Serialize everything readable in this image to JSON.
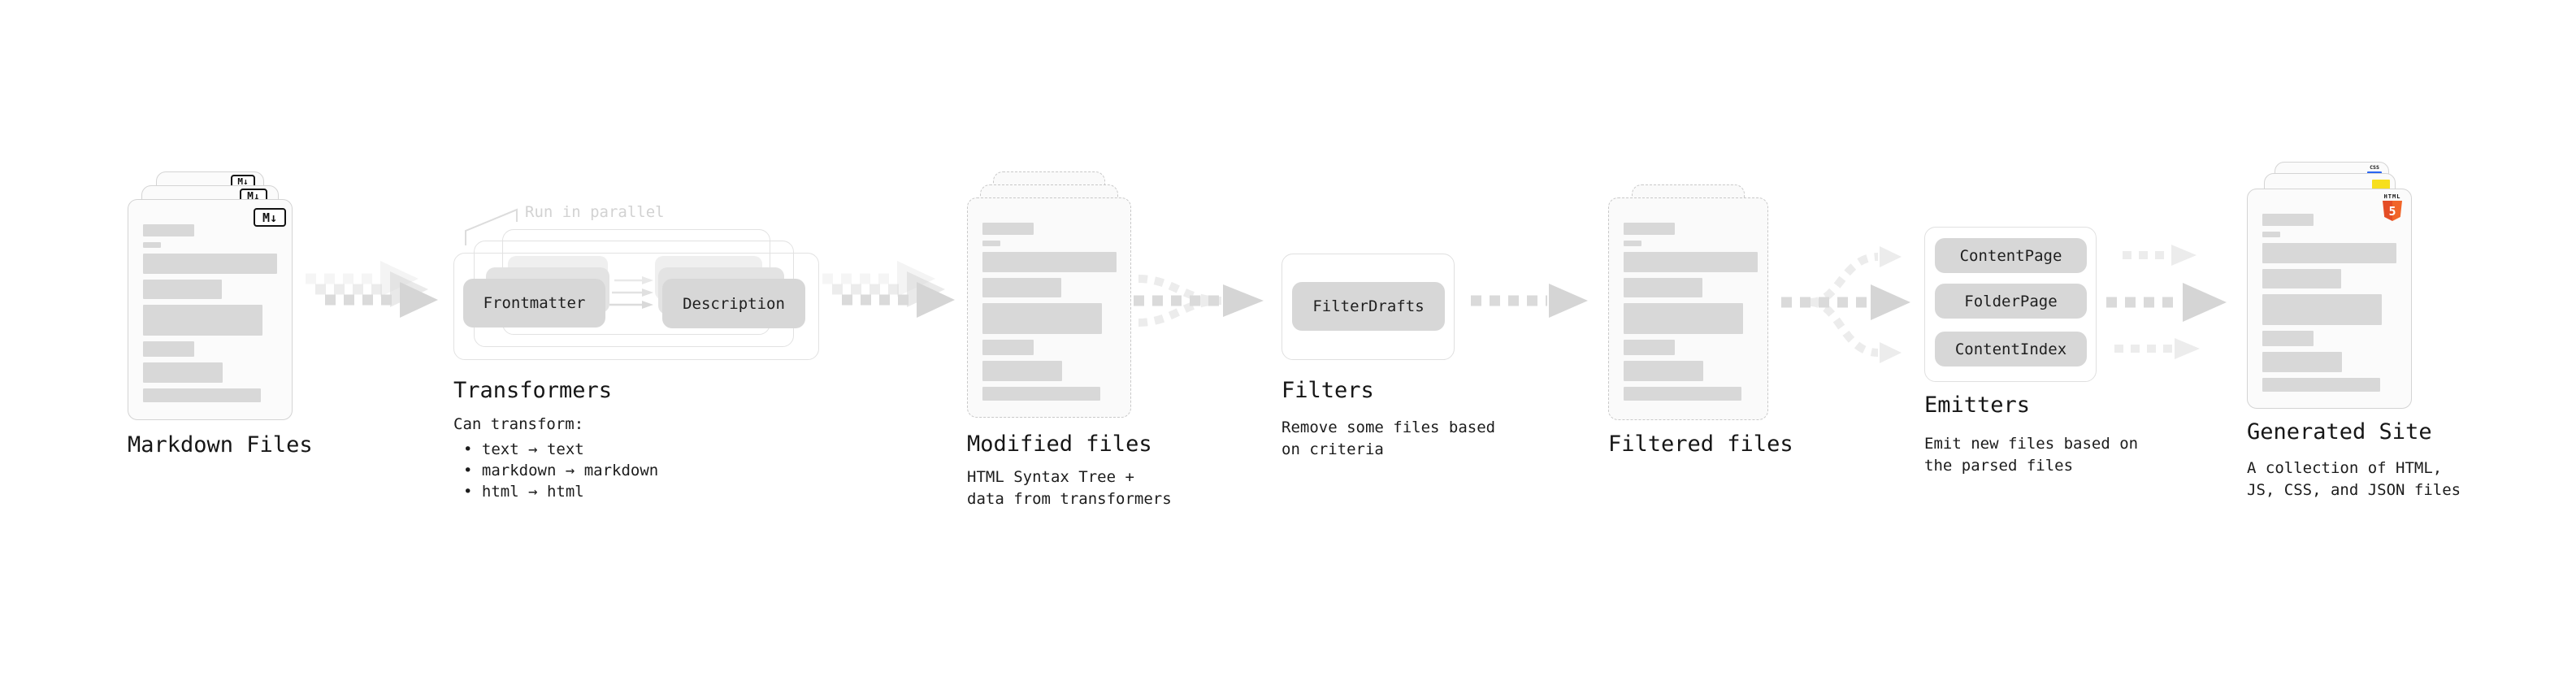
{
  "stations": {
    "markdown_files": {
      "title": "Markdown Files",
      "badge": "M↓"
    },
    "transformers": {
      "title": "Transformers",
      "parallel_label": "Run in parallel",
      "nodes": [
        "Frontmatter",
        "Description"
      ],
      "intro": "Can transform:",
      "bullets": [
        "• text → text",
        "• markdown → markdown",
        "• html → html"
      ]
    },
    "modified_files": {
      "title": "Modified files",
      "description": "HTML Syntax Tree +\ndata from transformers"
    },
    "filters": {
      "title": "Filters",
      "nodes": [
        "FilterDrafts"
      ],
      "description": "Remove some files based\non criteria"
    },
    "filtered_files": {
      "title": "Filtered files"
    },
    "emitters": {
      "title": "Emitters",
      "nodes": [
        "ContentPage",
        "FolderPage",
        "ContentIndex"
      ],
      "description": "Emit new files based on\nthe parsed files"
    },
    "generated_site": {
      "title": "Generated Site",
      "description": "A collection of HTML,\nJS, CSS, and JSON files",
      "css_badge_label": "CSS",
      "html5_badge_label": "HTML",
      "html5_badge_numeral": "5"
    }
  },
  "colors": {
    "html5_orange": "#e44d26",
    "css_blue": "#2965f1",
    "js_yellow": "#f7df1e"
  }
}
